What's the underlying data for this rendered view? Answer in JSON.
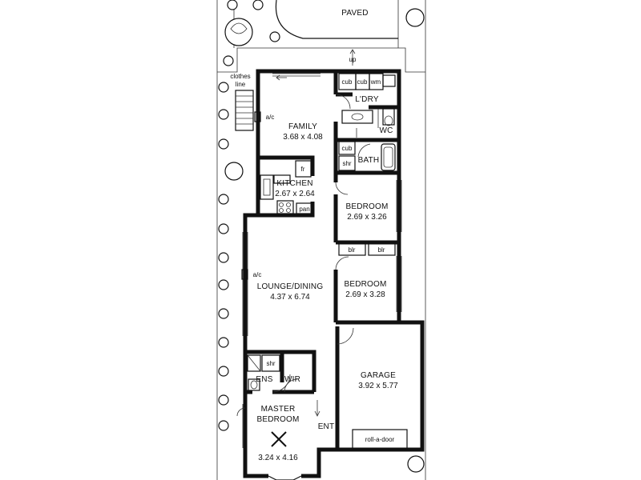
{
  "floorplan": {
    "paved": "PAVED",
    "up": "up",
    "clothesline": [
      "clothes",
      "line"
    ],
    "ac_family": "a/c",
    "ac_lounge": "a/c",
    "ent": "ENT",
    "rooms": {
      "family": {
        "name": "FAMILY",
        "dims": "3.68 x 4.08"
      },
      "kitchen": {
        "name": "KITCHEN",
        "dims": "2.67 x 2.64"
      },
      "lounge": {
        "name": "LOUNGE/DINING",
        "dims": "4.37 x 6.74"
      },
      "bedroom1": {
        "name": "BEDROOM",
        "dims": "2.69 x 3.26"
      },
      "bedroom2": {
        "name": "BEDROOM",
        "dims": "2.69 x 3.28"
      },
      "garage": {
        "name": "GARAGE",
        "dims": "3.92 x 5.77"
      },
      "master": {
        "name": [
          "MASTER",
          "BEDROOM"
        ],
        "dims": "3.24 x 4.16"
      },
      "laundry": {
        "name": "L'DRY"
      },
      "wc": {
        "name": "WC"
      },
      "bath": {
        "name": "BATH"
      },
      "ens": {
        "name": "ENS"
      },
      "wir": {
        "name": "WIR"
      }
    },
    "fixtures": {
      "cub1": "cub",
      "cub2": "cub",
      "wm": "wm",
      "cub_bath": "cub",
      "shr_bath": "shr",
      "fr": "fr",
      "pan": "pan",
      "blr1": "blr",
      "blr2": "blr",
      "shr_ens": "shr",
      "rolladoor": "roll-a-door"
    }
  }
}
